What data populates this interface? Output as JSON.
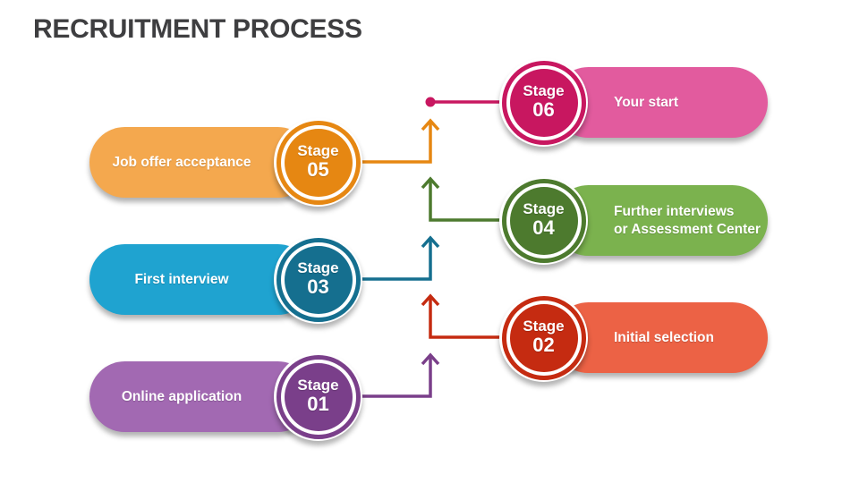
{
  "title": "RECRUITMENT PROCESS",
  "background": "#FFFFFF",
  "title_color": "#3E3E40",
  "stages": [
    {
      "stage_word": "Stage",
      "number": "06",
      "side": "right",
      "label": "Your start",
      "label_lines": [
        "Your start"
      ],
      "colors": {
        "circle": "#C81760",
        "pill": "#E25B9E"
      }
    },
    {
      "stage_word": "Stage",
      "number": "05",
      "side": "left",
      "label": "Job offer acceptance",
      "colors": {
        "circle": "#E68712",
        "pill": "#F4A84E"
      }
    },
    {
      "stage_word": "Stage",
      "number": "04",
      "side": "right",
      "label": "Further interviews or Assessment Center",
      "label_lines": [
        "Further interviews",
        "or Assessment Center"
      ],
      "colors": {
        "circle": "#4D7A2E",
        "pill": "#7BB24E"
      }
    },
    {
      "stage_word": "Stage",
      "number": "03",
      "side": "left",
      "label": "First interview",
      "colors": {
        "circle": "#156F8F",
        "pill": "#1FA3D0"
      }
    },
    {
      "stage_word": "Stage",
      "number": "02",
      "side": "right",
      "label": "Initial selection",
      "label_lines": [
        "Initial selection"
      ],
      "colors": {
        "circle": "#C52B11",
        "pill": "#EC6245"
      }
    },
    {
      "stage_word": "Stage",
      "number": "01",
      "side": "left",
      "label": "Online application",
      "colors": {
        "circle": "#7A3F8A",
        "pill": "#A269B2"
      }
    }
  ]
}
